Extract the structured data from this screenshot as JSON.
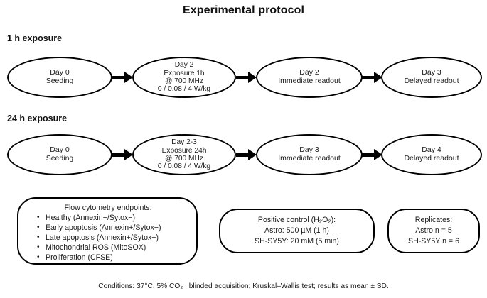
{
  "figure": {
    "title": "Experimental protocol",
    "footer": "Conditions: 37°C, 5% CO₂ ; blinded acquisition; Kruskal–Wallis test; results as mean ± SD."
  },
  "rows": [
    {
      "label": "1 h exposure",
      "nodes": [
        {
          "name": "seeding",
          "lines": [
            "Day 0",
            "Seeding"
          ]
        },
        {
          "name": "exposure",
          "lines": [
            "Day 2",
            "Exposure 1h",
            "@ 700 MHz",
            "0 / 0.08 / 4 W/kg"
          ]
        },
        {
          "name": "immediate-readout",
          "lines": [
            "Day 2",
            "Immediate readout"
          ]
        },
        {
          "name": "delayed-readout",
          "lines": [
            "Day 3",
            "Delayed readout"
          ]
        }
      ]
    },
    {
      "label": "24 h exposure",
      "nodes": [
        {
          "name": "seeding",
          "lines": [
            "Day 0",
            "Seeding"
          ]
        },
        {
          "name": "exposure",
          "lines": [
            "Day 2-3",
            "Exposure 24h",
            "@ 700 MHz",
            "0 / 0.08 / 4 W/kg"
          ]
        },
        {
          "name": "immediate-readout",
          "lines": [
            "Day 3",
            "Immediate readout"
          ]
        },
        {
          "name": "delayed-readout",
          "lines": [
            "Day 4",
            "Delayed readout"
          ]
        }
      ]
    }
  ],
  "endpoints_box": {
    "heading": "Flow cytometry endpoints:",
    "items": [
      "Healthy (Annexin−/Sytox−)",
      "Early apoptosis (Annexin+/Sytox−)",
      "Late apoptosis (Annexin+/Sytox+)",
      "Mitochondrial ROS (MitoSOX)",
      "Proliferation (CFSE)"
    ]
  },
  "positive_control_box": {
    "heading_prefix": "Positive control (H",
    "heading_sub1": "2",
    "heading_mid": "O",
    "heading_sub2": "2",
    "heading_suffix": "):",
    "lines": [
      "Astro: 500 µM (1 h)",
      "SH-SY5Y: 20 mM (5 min)"
    ]
  },
  "replicates_box": {
    "heading": "Replicates:",
    "lines": [
      "Astro n = 5",
      "SH-SY5Y n = 6"
    ]
  }
}
